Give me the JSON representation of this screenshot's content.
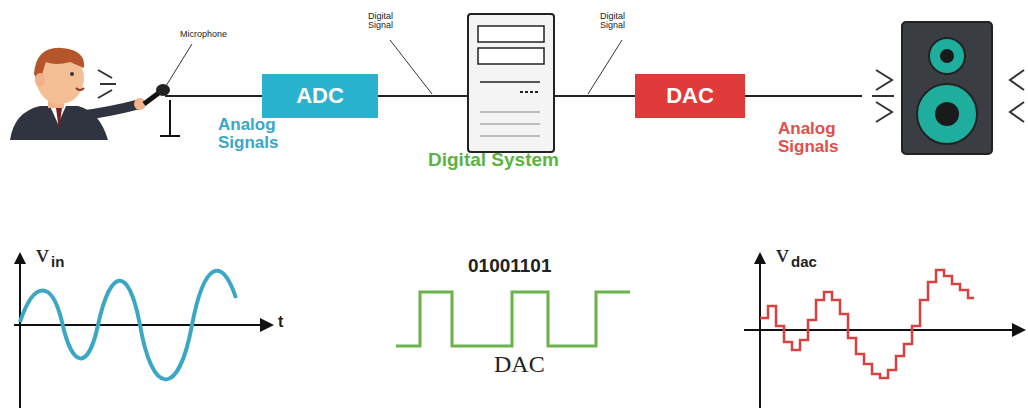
{
  "diagram": {
    "nodes": [
      {
        "text": [
          "ADC"
        ]
      },
      {
        "text": [
          "DAC"
        ]
      }
    ],
    "labels": [
      "Microphone",
      "Digital Signal",
      "Digital Signal",
      "Analog Signals",
      "Digital System",
      "Analog Signals",
      "v",
      "in",
      "t",
      "01001101",
      "DAC",
      "v",
      "dac"
    ]
  }
}
